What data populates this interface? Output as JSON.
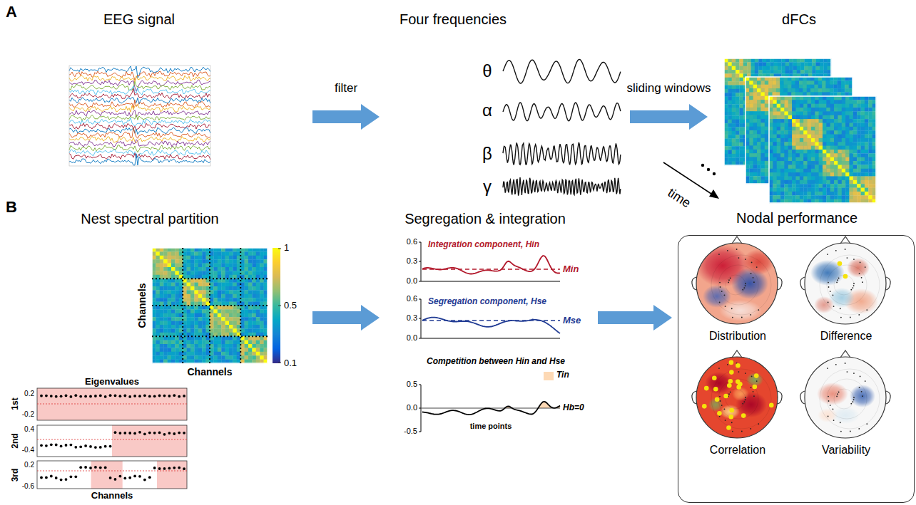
{
  "diagram": {
    "nodes": [
      {
        "text": [
          "EEG signal"
        ]
      },
      {
        "text": [
          "Four frequencies"
        ]
      },
      {
        "text": [
          "dFCs"
        ]
      },
      {
        "text": [
          "Nest spectral partition"
        ]
      },
      {
        "text": [
          "Segregation & integration"
        ]
      },
      {
        "text": [
          "Nodal performance",
          "Distribution",
          "Difference",
          "Correlation",
          "Variability"
        ]
      }
    ],
    "edges": [
      {
        "from": 0,
        "to": 1,
        "arrow": "to",
        "label": "filter"
      },
      {
        "from": 1,
        "to": 2,
        "arrow": "to",
        "label": "sliding windows"
      },
      {
        "from": 3,
        "to": 4,
        "arrow": "to"
      },
      {
        "from": 4,
        "to": 5,
        "arrow": "to"
      }
    ],
    "labels": [
      "A",
      "B",
      "θ",
      "α",
      "β",
      "γ",
      "time",
      "1",
      "0.5",
      "0.1",
      "Channels",
      "Channels",
      "Eigenvalues",
      "1st",
      "2nd",
      "3rd",
      "0.2",
      "-0.2",
      "0.4",
      "-0.4",
      "0.2",
      "-0.6",
      "Channels",
      "Integration component, Hin",
      "Min",
      "0.6",
      "0.3",
      "0.0",
      "Segregation component, Hse",
      "Mse",
      "0.6",
      "0.3",
      "0.0",
      "Competition between Hin and Hse",
      "Hb=0",
      "0.5",
      "0.0",
      "-0.5",
      "time points"
    ],
    "legend": [
      {
        "text": "Tin",
        "color": "#fdd9b5"
      }
    ]
  }
}
